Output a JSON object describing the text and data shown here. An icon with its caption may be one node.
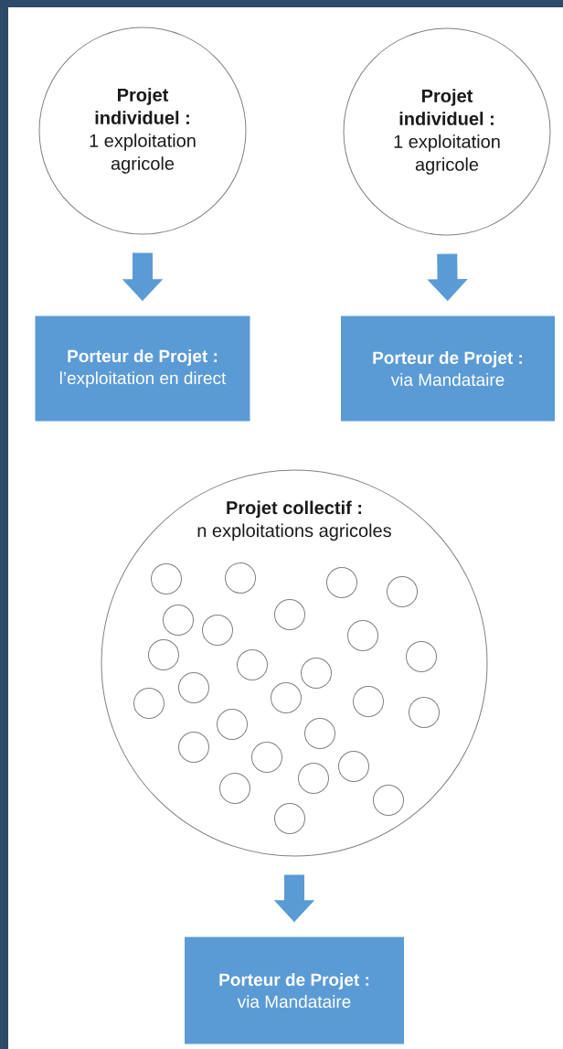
{
  "diagram": {
    "nodes": [
      {
        "text": [
          "Projet individuel :",
          "1 exploitation agricole"
        ]
      },
      {
        "text": [
          "Projet individuel :",
          "1 exploitation agricole"
        ]
      },
      {
        "text": [
          "Porteur de Projet :",
          "l’exploitation en direct"
        ]
      },
      {
        "text": [
          "Porteur de Projet :",
          "via Mandataire"
        ]
      },
      {
        "text": [
          "Projet collectif :",
          "n exploitations agricoles"
        ]
      },
      {
        "text": [],
        "shape": "circle",
        "in": 4
      },
      {
        "text": [],
        "shape": "circle",
        "in": 4
      },
      {
        "text": [],
        "shape": "circle",
        "in": 4
      },
      {
        "text": [],
        "shape": "circle",
        "in": 4
      },
      {
        "text": [],
        "shape": "circle",
        "in": 4
      },
      {
        "text": [],
        "shape": "circle",
        "in": 4
      },
      {
        "text": [],
        "shape": "circle",
        "in": 4
      },
      {
        "text": [],
        "shape": "circle",
        "in": 4
      },
      {
        "text": [],
        "shape": "circle",
        "in": 4
      },
      {
        "text": [],
        "shape": "circle",
        "in": 4
      },
      {
        "text": [],
        "shape": "circle",
        "in": 4
      },
      {
        "text": [],
        "shape": "circle",
        "in": 4
      },
      {
        "text": [],
        "shape": "circle",
        "in": 4
      },
      {
        "text": [],
        "shape": "circle",
        "in": 4
      },
      {
        "text": [],
        "shape": "circle",
        "in": 4
      },
      {
        "text": [],
        "shape": "circle",
        "in": 4
      },
      {
        "text": [],
        "shape": "circle",
        "in": 4
      },
      {
        "text": [],
        "shape": "circle",
        "in": 4
      },
      {
        "text": [],
        "shape": "circle",
        "in": 4
      },
      {
        "text": [],
        "shape": "circle",
        "in": 4
      },
      {
        "text": [],
        "shape": "circle",
        "in": 4
      },
      {
        "text": [],
        "shape": "circle",
        "in": 4
      },
      {
        "text": [],
        "shape": "circle",
        "in": 4
      },
      {
        "text": [],
        "shape": "circle",
        "in": 4
      },
      {
        "text": [],
        "shape": "circle",
        "in": 4
      },
      {
        "text": [],
        "shape": "circle",
        "in": 4
      },
      {
        "text": [
          "Porteur de Projet :",
          "via Mandataire"
        ]
      }
    ],
    "edges": [
      {
        "from": 0,
        "to": 2,
        "arrow": "to"
      },
      {
        "from": 1,
        "to": 3,
        "arrow": "to"
      },
      {
        "from": 4,
        "to": 31,
        "arrow": "to"
      }
    ]
  }
}
